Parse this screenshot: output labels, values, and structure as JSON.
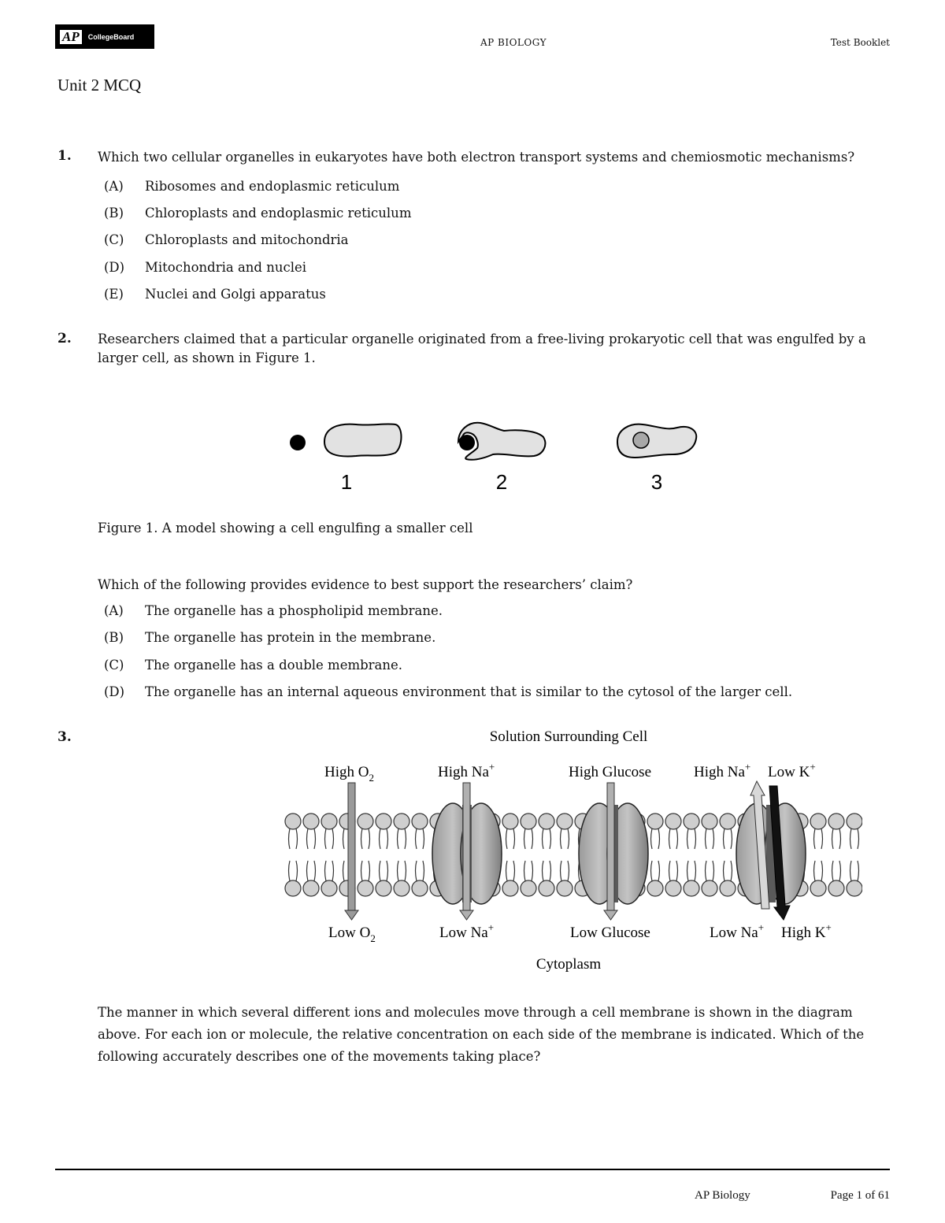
{
  "header": {
    "logo_ap": "AP",
    "logo_brand": "CollegeBoard",
    "subject": "AP BIOLOGY",
    "booklet": "Test Booklet"
  },
  "title": "Unit 2 MCQ",
  "questions": [
    {
      "number": "1.",
      "text": "Which two cellular organelles in eukaryotes have both electron transport systems and chemiosmotic mechanisms?",
      "choices": [
        {
          "letter": "(A)",
          "text": "Ribosomes and endoplasmic reticulum"
        },
        {
          "letter": "(B)",
          "text": "Chloroplasts and endoplasmic reticulum"
        },
        {
          "letter": "(C)",
          "text": "Chloroplasts and mitochondria"
        },
        {
          "letter": "(D)",
          "text": "Mitochondria and nuclei"
        },
        {
          "letter": "(E)",
          "text": "Nuclei and Golgi apparatus"
        }
      ]
    },
    {
      "number": "2.",
      "text_line1": "Researchers claimed that a particular organelle originated from a free-living prokaryotic cell that was engulfed by a",
      "text_line2": "larger cell, as shown in Figure 1.",
      "figure_labels": [
        "1",
        "2",
        "3"
      ],
      "figure_caption": "Figure 1. A model showing a cell engulfing a smaller cell",
      "prompt": "Which of the following provides evidence to best support the researchers’ claim?",
      "choices": [
        {
          "letter": "(A)",
          "text": "The organelle has a phospholipid membrane."
        },
        {
          "letter": "(B)",
          "text": "The organelle has protein in the membrane."
        },
        {
          "letter": "(C)",
          "text": "The organelle has a double membrane."
        },
        {
          "letter": "(D)",
          "text": "The organelle has an internal aqueous environment that is similar to the cytosol of the larger cell."
        }
      ]
    },
    {
      "number": "3.",
      "diagram": {
        "top_title": "Solution Surrounding Cell",
        "bottom_title": "Cytoplasm",
        "top_labels": {
          "o2": "High O",
          "o2_sub": "2",
          "na": "High Na",
          "na_sup": "+",
          "glucose": "High Glucose",
          "pump_na": "High Na",
          "pump_na_sup": "+",
          "pump_k": "Low K",
          "pump_k_sup": "+"
        },
        "bottom_labels": {
          "o2": "Low O",
          "o2_sub": "2",
          "na": "Low Na",
          "na_sup": "+",
          "glucose": "Low Glucose",
          "pump_na": "Low Na",
          "pump_na_sup": "+",
          "pump_k": "High K",
          "pump_k_sup": "+"
        }
      },
      "text_line1": "The manner in which several different ions and molecules move through a cell membrane is shown in the diagram",
      "text_line2": "above. For each ion or molecule, the relative concentration on each side of the membrane is indicated. Which of the",
      "text_line3": "following accurately describes one of the movements taking place?"
    }
  ],
  "footer": {
    "course": "AP Biology",
    "page": "Page 1 of 61"
  }
}
